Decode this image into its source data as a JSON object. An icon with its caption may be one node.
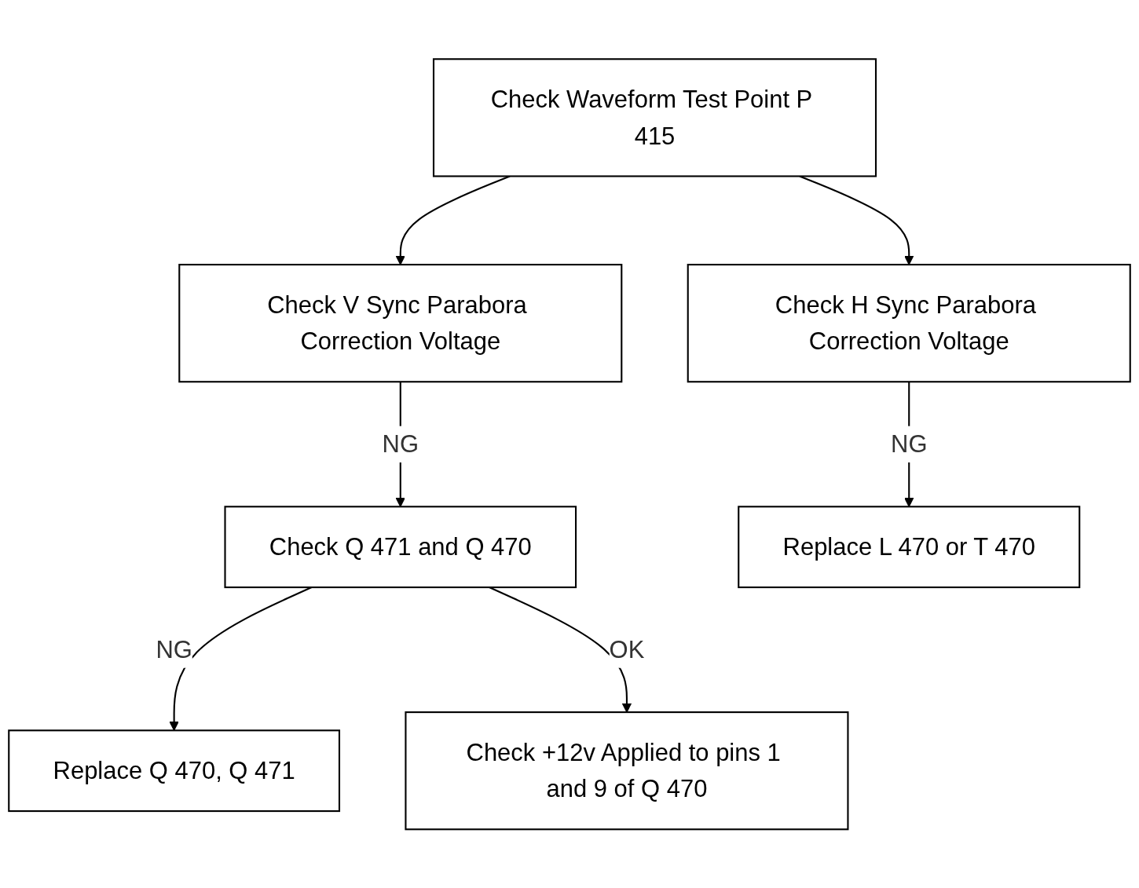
{
  "diagram": {
    "nodes": [
      {
        "text": [
          "Check Waveform Test Point P 415"
        ]
      },
      {
        "text": [
          "Check V Sync Parabora Correction Voltage"
        ]
      },
      {
        "text": [
          "Check H Sync Parabora Correction Voltage"
        ]
      },
      {
        "text": [
          "Check Q 471 and Q 470"
        ]
      },
      {
        "text": [
          "Replace L 470 or T 470"
        ]
      },
      {
        "text": [
          "Replace Q 470, Q 471"
        ]
      },
      {
        "text": [
          "Check +12v Applied to pins 1 and 9 of Q 470"
        ]
      }
    ],
    "edges": [
      {
        "from": 0,
        "to": 1,
        "arrow": "to"
      },
      {
        "from": 0,
        "to": 2,
        "arrow": "to"
      },
      {
        "from": 1,
        "to": 3,
        "arrow": "to",
        "label": "NG"
      },
      {
        "from": 2,
        "to": 4,
        "arrow": "to",
        "label": "NG"
      },
      {
        "from": 3,
        "to": 5,
        "arrow": "to",
        "label": "NG"
      },
      {
        "from": 3,
        "to": 6,
        "arrow": "to",
        "label": "OK"
      }
    ]
  }
}
